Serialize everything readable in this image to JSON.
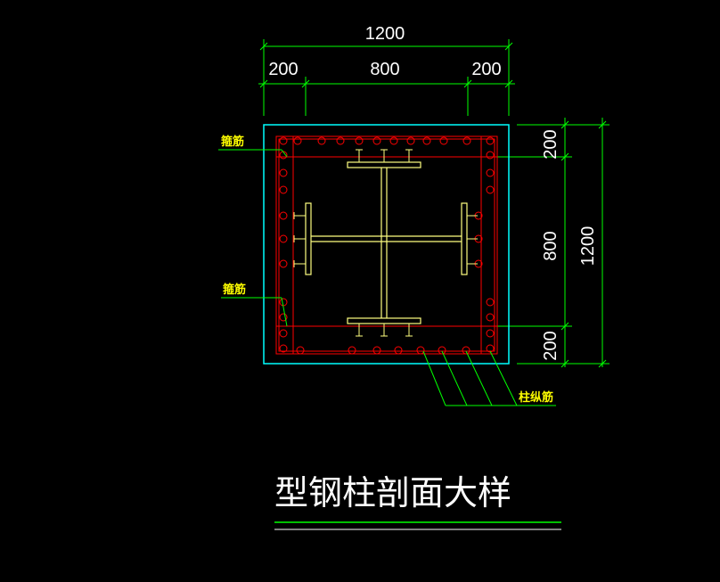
{
  "dimensions": {
    "top_total": "1200",
    "top_left": "200",
    "top_middle": "800",
    "top_right": "200",
    "right_top": "200",
    "right_middle": "800",
    "right_bottom": "200",
    "right_total": "1200"
  },
  "labels": {
    "stirrup_upper": "箍筋",
    "stirrup_lower": "箍筋",
    "longitudinal_bar": "柱纵筋"
  },
  "title": "型钢柱剖面大样",
  "colors": {
    "background": "#000000",
    "dimension_line": "#00ff00",
    "column_outline": "#00ffff",
    "rebar": "#ff0000",
    "steel_section": "#ffff80",
    "label": "#ffff00",
    "text": "#ffffff"
  }
}
